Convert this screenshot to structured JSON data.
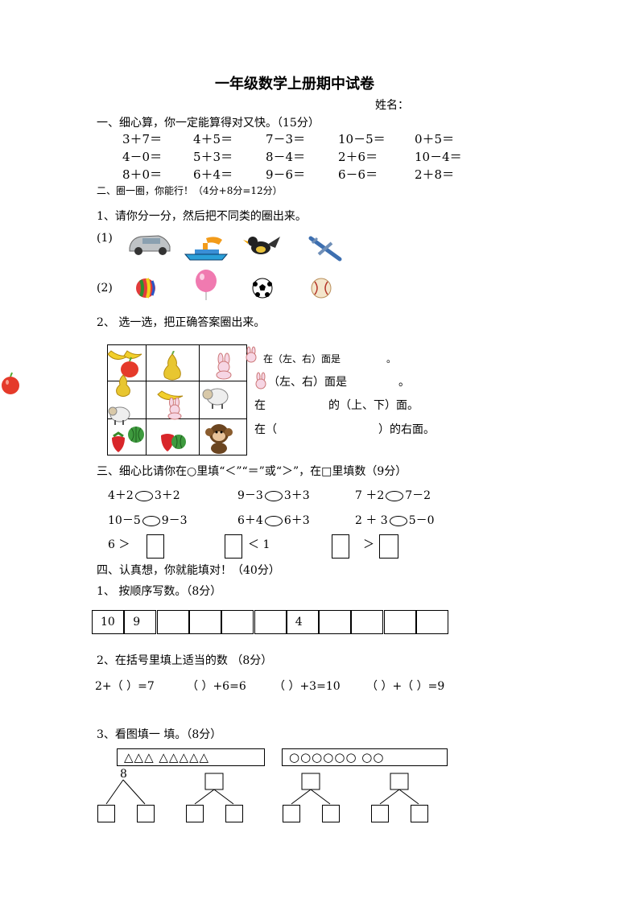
{
  "title": "一年级数学上册期中试卷",
  "name_label": "姓名：",
  "sec1": {
    "heading": "一、细心算，你一定能算得对又快。（15分）",
    "rows": [
      [
        "3＋7＝",
        "4＋5＝",
        "7－3＝",
        "10－5＝",
        "0＋5＝"
      ],
      [
        "4－0＝",
        "5＋3＝",
        "8－4＝",
        "2＋6＝",
        "10－4＝"
      ],
      [
        "8＋0＝",
        "6＋4＝",
        "9－6＝",
        "6－6＝",
        "2＋8＝"
      ]
    ]
  },
  "sec2": {
    "heading": "二、圈一圈，你能行！（4分+8分=12分）",
    "q1": "1、请你分一分，然后把不同类的圈出来。",
    "label1": "(1)",
    "label2": "(2)",
    "q2": "2、  选一选，把正确答案圈出来。",
    "lines": [
      "在（左、右）面是",
      "。",
      "（左、右）面是",
      "。",
      "在",
      "的（上、下）面。",
      "在（",
      "）的右面。"
    ]
  },
  "sec3": {
    "heading": "三、细心比请你在○里填“＜”“＝”或“＞”，在□里填数（9分）",
    "row1": [
      [
        "4＋2",
        "3＋2"
      ],
      [
        "9－3",
        "3＋3"
      ],
      [
        "7 ＋2",
        "7－2"
      ]
    ],
    "row2": [
      [
        "10－5",
        "9－3"
      ],
      [
        "6＋4",
        "6＋3"
      ],
      [
        "2 ＋ 3",
        "5－0"
      ]
    ],
    "row3": [
      "6 ＞",
      "＜ 1",
      "＞"
    ]
  },
  "sec4": {
    "heading": "四、认真想，你就能填对！（40分）",
    "q1": "1、  按顺序写数。（8分）",
    "seq": [
      "10",
      "9",
      "",
      "",
      "",
      "",
      "4",
      "",
      "",
      "",
      ""
    ],
    "q2": "2、在括号里填上适当的数  （8分）",
    "q2_items": [
      "2+（    ）=7",
      "（    ）+6=6",
      "（    ）+3=10",
      "（    ）+（    ）=9"
    ],
    "q3": "3、看图填一 填。（8分）",
    "triangles": "△△△     △△△△△",
    "circles": "○○○○○○          ○○",
    "tree_top": "8"
  },
  "colors": {
    "ink": "#000000",
    "apple": "#e53a2a",
    "pear": "#e8c630",
    "plane": "#3d6fb0"
  }
}
